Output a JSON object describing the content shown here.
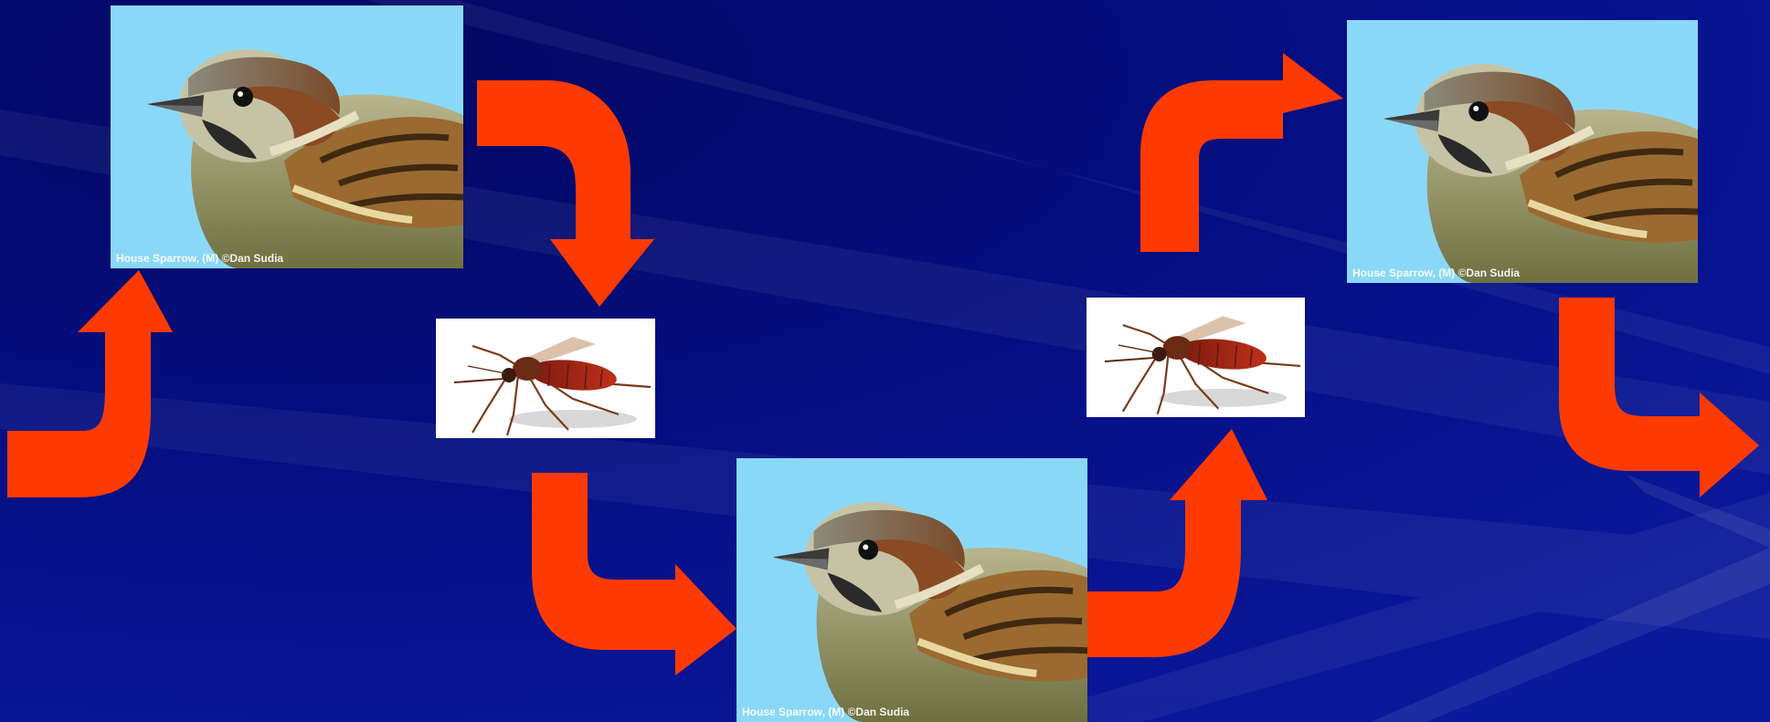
{
  "colors": {
    "background": "#050a7a",
    "arrow": "#ff3a00",
    "photo_sky": "#8ad8f8",
    "mosquito_backdrop": "#ffffff"
  },
  "sparrows": [
    {
      "credit": "House Sparrow, (M) ©Dan Sudia"
    },
    {
      "credit": "House Sparrow, (M) ©Dan Sudia"
    },
    {
      "credit": "House Sparrow, (M) ©Dan Sudia"
    }
  ],
  "mosquitoes": [
    {
      "icon": "mosquito-icon"
    },
    {
      "icon": "mosquito-icon"
    }
  ],
  "arrows": [
    {
      "icon": "curved-arrow-up-icon"
    },
    {
      "icon": "curved-arrow-down-icon"
    },
    {
      "icon": "curved-arrow-down-right-icon"
    },
    {
      "icon": "curved-arrow-up-icon"
    },
    {
      "icon": "curved-arrow-up-right-icon"
    },
    {
      "icon": "curved-arrow-down-right-icon"
    }
  ]
}
